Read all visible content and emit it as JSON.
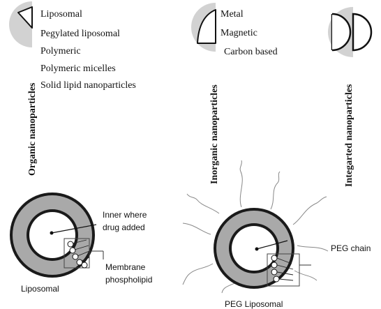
{
  "categories": {
    "organic": {
      "title": "Organic nanoparticles",
      "items": [
        "Liposomal",
        "Pegylated liposomal",
        "Polymeric",
        "Polymeric micelles",
        "Solid lipid nanoparticles"
      ]
    },
    "inorganic": {
      "title": "Inorganic nanoparticles",
      "items": [
        "Metal",
        "Magnetic",
        "Carbon based"
      ]
    },
    "integrated": {
      "title": "Integarted nanoparticles"
    }
  },
  "liposome": {
    "label": "Liposomal",
    "inner_label_line1": "Inner where",
    "inner_label_line2": "drug added",
    "membrane_label_line1": "Membrane",
    "membrane_label_line2": "phospholipid"
  },
  "peg_liposome": {
    "label": "PEG Liposomal",
    "chain_label": "PEG chain"
  },
  "colors": {
    "ring_fill": "#a9a9a9",
    "ring_outline": "#1a1a1a",
    "badge_fill": "#d2d2d2",
    "text": "#111111"
  }
}
